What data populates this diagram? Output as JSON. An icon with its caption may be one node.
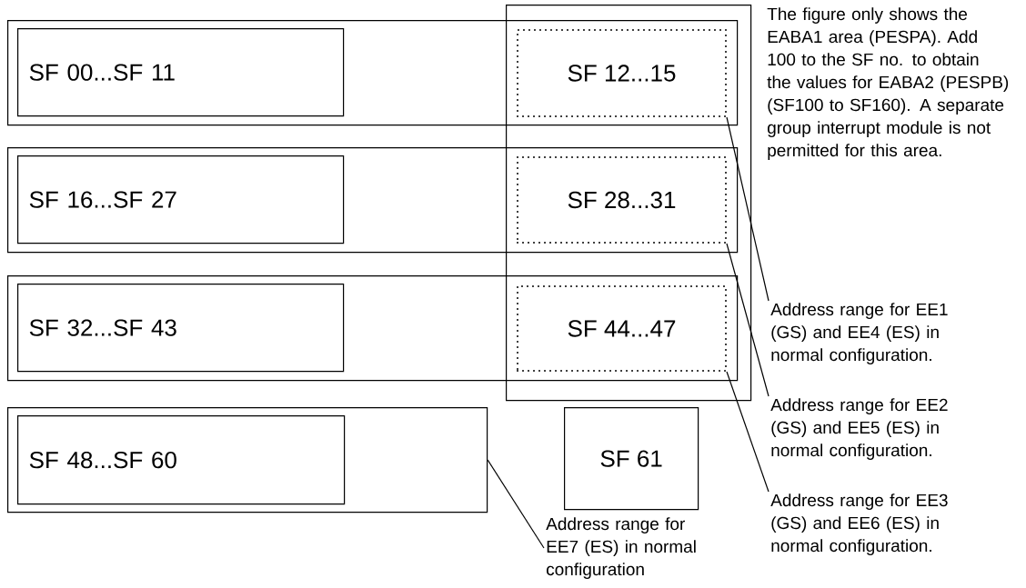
{
  "diagram": {
    "nodes": [
      {
        "text": [],
        "shape": "box"
      },
      {
        "text": [],
        "shape": "box"
      },
      {
        "text": [
          "SF 00...SF 11"
        ],
        "in": 1
      },
      {
        "text": [
          "SF 12...15"
        ]
      },
      {
        "text": [],
        "shape": "box"
      },
      {
        "text": [
          "SF 16...SF 27"
        ],
        "in": 4
      },
      {
        "text": [
          "SF 28...31"
        ]
      },
      {
        "text": [],
        "shape": "box"
      },
      {
        "text": [
          "SF 32...SF 43"
        ],
        "in": 7
      },
      {
        "text": [
          "SF 44...47"
        ]
      },
      {
        "text": [],
        "shape": "box"
      },
      {
        "text": [
          "SF 48...SF 60"
        ],
        "in": 10
      },
      {
        "text": [
          "SF 61"
        ]
      },
      {
        "text": [
          "Address range for EE1 (GS) and EE4 (ES) in normal configuration."
        ]
      },
      {
        "text": [
          "Address range for EE2 (GS) and EE5 (ES) in normal configuration."
        ]
      },
      {
        "text": [
          "Address range for EE3 (GS) and EE6 (ES) in normal configuration."
        ]
      },
      {
        "text": [
          "Address range for EE7 (ES) in normal configuration"
        ]
      }
    ],
    "edges": [
      {
        "from": 3,
        "to": 13,
        "arrow": "none"
      },
      {
        "from": 6,
        "to": 14,
        "arrow": "none"
      },
      {
        "from": 9,
        "to": 15,
        "arrow": "none"
      },
      {
        "from": 10,
        "to": 16,
        "arrow": "none"
      }
    ],
    "labels": [
      "The figure only shows the EABA1 area (PESPA). Add 100 to the SF no. to obtain the values for EABA2 (PESPB) (SF100 to SF160). A separate group interrupt module is not permitted for this area."
    ]
  }
}
